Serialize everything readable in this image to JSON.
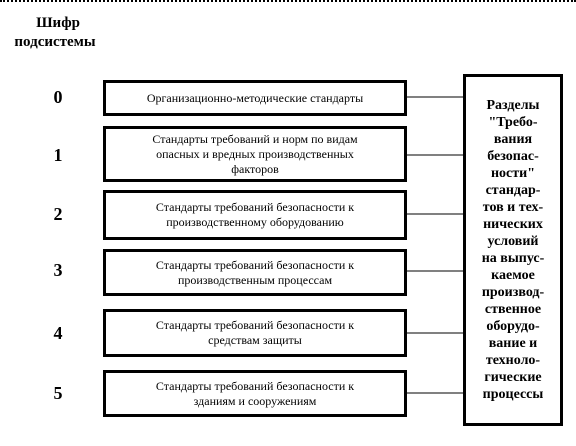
{
  "header": {
    "line1": "Шифр",
    "line2": "подсистемы"
  },
  "rows": [
    {
      "code": "0",
      "label_lines": [
        "Организационно-методические стандарты"
      ]
    },
    {
      "code": "1",
      "label_lines": [
        "Стандарты требований и норм по видам",
        "опасных и вредных производственных",
        "факторов"
      ]
    },
    {
      "code": "2",
      "label_lines": [
        "Стандарты требований безопасности к",
        "производственному оборудованию"
      ]
    },
    {
      "code": "3",
      "label_lines": [
        "Стандарты требований безопасности к",
        "производственным процессам"
      ]
    },
    {
      "code": "4",
      "label_lines": [
        "Стандарты требований безопасности к",
        "средствам защиты"
      ]
    },
    {
      "code": "5",
      "label_lines": [
        "Стандарты требований безопасности к",
        "зданиям и сооружениям"
      ]
    }
  ],
  "side_box": {
    "lines": [
      "Разделы",
      "\"Требо-",
      "вания",
      "безопас-",
      "ности\"",
      "стандар-",
      "тов и тех-",
      "нических",
      "условий",
      "на выпус-",
      "каемое",
      "производ-",
      "ственное",
      "оборудо-",
      "вание и",
      "техноло-",
      "гические",
      "процессы"
    ]
  },
  "colors": {
    "line": "#000000",
    "background": "#ffffff"
  }
}
